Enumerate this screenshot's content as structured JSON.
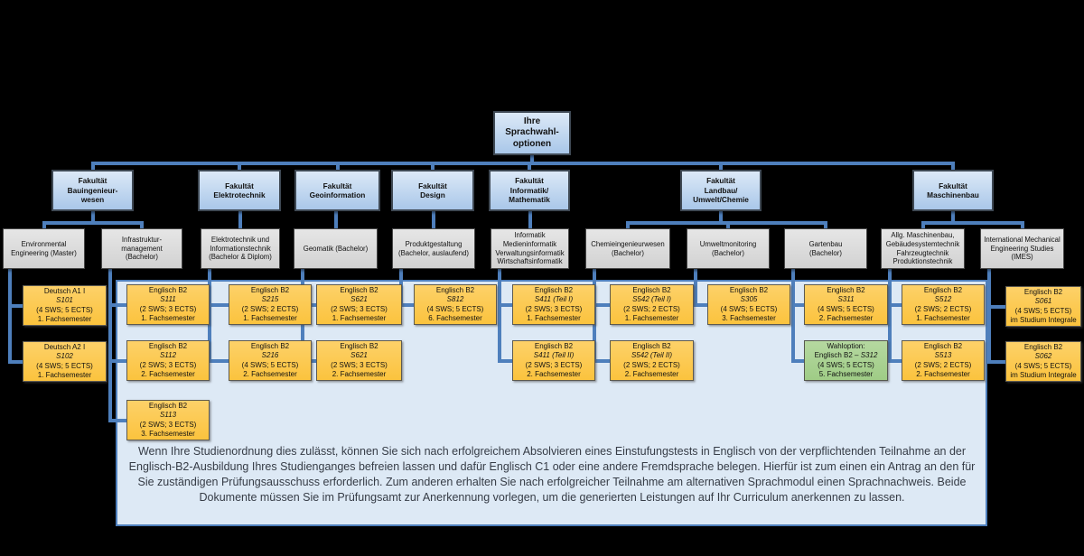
{
  "title": "Ihre\nSprachwahl-\noptionen",
  "note": "Wenn Ihre Studienordnung dies zulässt, können Sie sich nach erfolgreichem Absolvieren eines Einstufungstests in Englisch von der verpflichtenden Teilnahme an der Englisch-B2-Ausbildung Ihres Studienganges befreien lassen und dafür Englisch C1 oder eine andere Fremdsprache belegen. Hierfür ist zum einen ein Antrag an den für Sie zuständigen Prüfungsausschuss erforderlich. Zum anderen erhalten Sie nach erfolgreicher Teilnahme am alternativen Sprachmodul einen Sprachnachweis. Beide Dokumente müssen Sie im Prüfungsamt zur Anerkennung vorlegen, um die generierten Leistungen auf Ihr Curriculum anerkennen zu lassen.",
  "colors": {
    "background": "#000000",
    "connector": "#4e7fbc",
    "faculty_fill": "#b9d0ec",
    "program_fill": "#d9d9d9",
    "course_fill": "#fcc845",
    "option_fill": "#a8d08f",
    "panel_fill": "#dde9f5"
  },
  "faculties": [
    {
      "name": "Fakultät\nBauingenieur-\nwesen",
      "programs": [
        {
          "name": "Environmental\nEngineering (Master)",
          "courses": [
            {
              "name": "Deutsch A1 I",
              "code": "S101",
              "info": "(4 SWS; 5 ECTS)",
              "sem": "1. Fachsemester"
            },
            {
              "name": "Deutsch A2 I",
              "code": "S102",
              "info": "(4 SWS; 5 ECTS)",
              "sem": "1. Fachsemester"
            }
          ]
        },
        {
          "name": "Infrastruktur-\nmanagement\n(Bachelor)",
          "courses": [
            {
              "name": "Englisch B2",
              "code": "S111",
              "info": "(2 SWS; 3 ECTS)",
              "sem": "1. Fachsemester"
            },
            {
              "name": "Englisch B2",
              "code": "S112",
              "info": "(2 SWS; 3 ECTS)",
              "sem": "2. Fachsemester"
            },
            {
              "name": "Englisch B2",
              "code": "S113",
              "info": "(2 SWS; 3 ECTS)",
              "sem": "3. Fachsemester"
            }
          ]
        }
      ]
    },
    {
      "name": "Fakultät\nElektrotechnik",
      "programs": [
        {
          "name": "Elektrotechnik und\nInformationstechnik\n(Bachelor & Diplom)",
          "courses": [
            {
              "name": "Englisch B2",
              "code": "S215",
              "info": "(2 SWS; 2 ECTS)",
              "sem": "1. Fachsemester"
            },
            {
              "name": "Englisch B2",
              "code": "S216",
              "info": "(4 SWS; 5 ECTS)",
              "sem": "2. Fachsemester"
            }
          ]
        }
      ]
    },
    {
      "name": "Fakultät\nGeoinformation",
      "programs": [
        {
          "name": "Geomatik (Bachelor)",
          "courses": [
            {
              "name": "Englisch B2",
              "code": "S621",
              "info": "(2 SWS; 3 ECTS)",
              "sem": "1. Fachsemester"
            },
            {
              "name": "Englisch B2",
              "code": "S621",
              "info": "(2 SWS; 3 ECTS)",
              "sem": "2. Fachsemester"
            }
          ]
        }
      ]
    },
    {
      "name": "Fakultät\nDesign",
      "programs": [
        {
          "name": "Produktgestaltung\n(Bachelor, auslaufend)",
          "courses": [
            {
              "name": "Englisch B2",
              "code": "S812",
              "info": "(4 SWS; 5 ECTS)",
              "sem": "6. Fachsemester"
            }
          ]
        }
      ]
    },
    {
      "name": "Fakultät\nInformatik/\nMathematik",
      "programs": [
        {
          "name": "Informatik\nMedieninformatik\nVerwaltungsinformatik\nWirtschaftsinformatik",
          "courses": [
            {
              "name": "Englisch B2",
              "code": "S411 (Teil I)",
              "info": "(2 SWS; 3 ECTS)",
              "sem": "1. Fachsemester"
            },
            {
              "name": "Englisch B2",
              "code": "S411 (Teil II)",
              "info": "(2 SWS; 3 ECTS)",
              "sem": "2. Fachsemester"
            }
          ]
        }
      ]
    },
    {
      "name": "Fakultät\nLandbau/\nUmwelt/Chemie",
      "programs": [
        {
          "name": "Chemieingenieurwesen\n(Bachelor)",
          "courses": [
            {
              "name": "Englisch B2",
              "code": "S542 (Teil I)",
              "info": "(2 SWS; 2 ECTS)",
              "sem": "1. Fachsemester"
            },
            {
              "name": "Englisch B2",
              "code": "S542 (Teil II)",
              "info": "(2 SWS; 2 ECTS)",
              "sem": "2. Fachsemester"
            }
          ]
        },
        {
          "name": "Umweltmonitoring\n(Bachelor)",
          "courses": [
            {
              "name": "Englisch B2",
              "code": "S305",
              "info": "(4 SWS; 5 ECTS)",
              "sem": "3. Fachsemester"
            }
          ]
        },
        {
          "name": "Gartenbau\n(Bachelor)",
          "courses": [
            {
              "name": "Englisch B2",
              "code": "S311",
              "info": "(4 SWS; 5 ECTS)",
              "sem": "2. Fachsemester"
            },
            {
              "variant": "green",
              "prefix": "Wahloption:",
              "name": "Englisch B2 –",
              "code": "S312",
              "inline": true,
              "info": "(4 SWS; 5 ECTS)",
              "sem": "5. Fachsemester"
            }
          ]
        }
      ]
    },
    {
      "name": "Fakultät\nMaschinenbau",
      "programs": [
        {
          "name": "Allg. Maschinenbau,\nGebäudesystemtechnik\nFahrzeugtechnik\nProduktionstechnik",
          "courses": [
            {
              "name": "Englisch B2",
              "code": "S512",
              "info": "(2 SWS; 2 ECTS)",
              "sem": "1. Fachsemester"
            },
            {
              "name": "Englisch B2",
              "code": "S513",
              "info": "(2 SWS; 2 ECTS)",
              "sem": "2. Fachsemester"
            }
          ]
        },
        {
          "name": "International Mechanical\nEngineering Studies\n(IMES)",
          "courses": [
            {
              "name": "Englisch B2",
              "code": "S061",
              "info": "(4 SWS; 5 ECTS)",
              "sem": "im Studium Integrale"
            },
            {
              "name": "Englisch B2",
              "code": "S062",
              "info": "(4 SWS; 5 ECTS)",
              "sem": "im Studium Integrale"
            }
          ]
        }
      ]
    }
  ]
}
